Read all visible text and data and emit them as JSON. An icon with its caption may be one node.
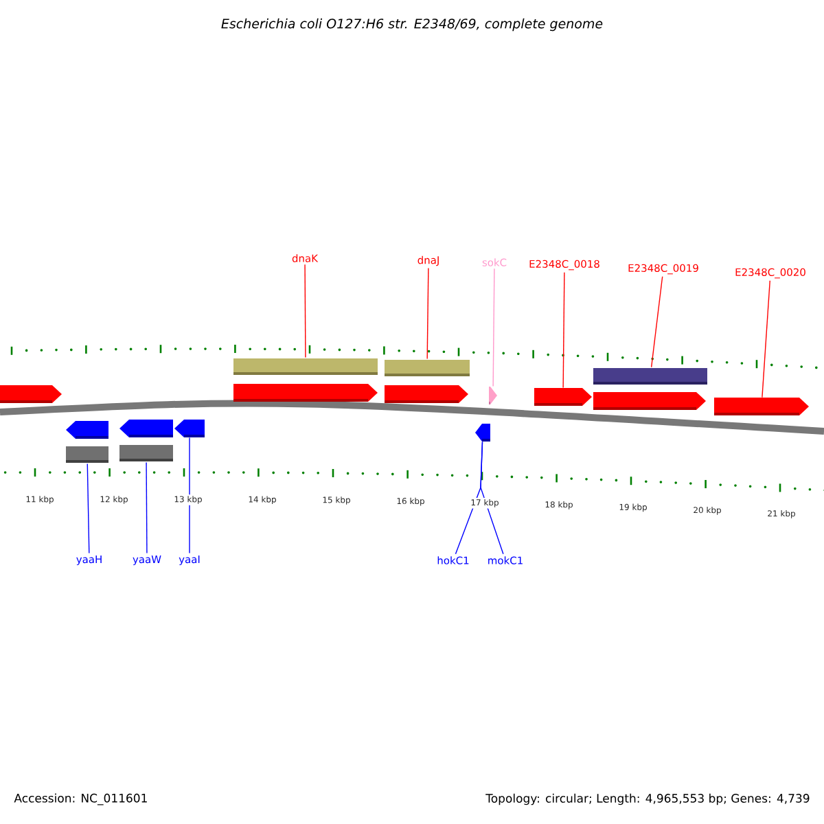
{
  "diagram": {
    "title": "Escherichia coli O127:H6 str. E2348/69, complete genome",
    "nodes": [
      {
        "text": [
          "dnaK"
        ]
      },
      {
        "text": [
          "dnaJ"
        ]
      },
      {
        "text": [
          "sokC"
        ]
      },
      {
        "text": [
          "E2348C_0018"
        ]
      },
      {
        "text": [
          "E2348C_0019"
        ]
      },
      {
        "text": [
          "E2348C_0020"
        ]
      },
      {
        "text": [
          "yaaH"
        ]
      },
      {
        "text": [
          "yaaW"
        ]
      },
      {
        "text": [
          "yaaI"
        ]
      },
      {
        "text": [
          "hokC1"
        ]
      },
      {
        "text": [
          "mokC1"
        ]
      },
      {
        "text": [],
        "shape": "bar"
      },
      {
        "text": [],
        "shape": "bar"
      },
      {
        "text": [],
        "shape": "bar"
      },
      {
        "text": [],
        "shape": "pentagon"
      },
      {
        "text": [],
        "shape": "pentagon"
      },
      {
        "text": [],
        "shape": "pentagon"
      },
      {
        "text": [],
        "shape": "pentagon"
      },
      {
        "text": [],
        "shape": "pentagon"
      },
      {
        "text": [],
        "shape": "pentagon"
      },
      {
        "text": [],
        "shape": "pentagon"
      },
      {
        "text": [],
        "shape": "pentagon"
      },
      {
        "text": [],
        "shape": "pentagon"
      },
      {
        "text": [],
        "shape": "pentagon"
      },
      {
        "text": [],
        "shape": "pentagon"
      },
      {
        "text": [],
        "shape": "bar"
      },
      {
        "text": [],
        "shape": "bar"
      }
    ],
    "edges": [
      {
        "from": 0,
        "to": 11,
        "arrow": "none"
      },
      {
        "from": 1,
        "to": 12,
        "arrow": "none"
      },
      {
        "from": 2,
        "to": 17,
        "arrow": "none",
        "color": "#ff99cc"
      },
      {
        "from": 3,
        "to": 18,
        "arrow": "none"
      },
      {
        "from": 4,
        "to": 13,
        "arrow": "none"
      },
      {
        "from": 5,
        "to": 20,
        "arrow": "none"
      },
      {
        "from": 6,
        "to": 25,
        "arrow": "none",
        "color": "#0000ff"
      },
      {
        "from": 7,
        "to": 26,
        "arrow": "none",
        "color": "#0000ff"
      },
      {
        "from": 8,
        "to": 23,
        "arrow": "none",
        "color": "#0000ff"
      },
      {
        "from": 9,
        "to": 24,
        "arrow": "none",
        "color": "#0000ff"
      },
      {
        "from": 10,
        "to": 24,
        "arrow": "none",
        "color": "#0000ff"
      }
    ],
    "labels": [
      "11 kbp",
      "12 kbp",
      "13 kbp",
      "14 kbp",
      "15 kbp",
      "16 kbp",
      "17 kbp",
      "18 kbp",
      "19 kbp",
      "20 kbp",
      "21 kbp",
      "Accession: NC_011601",
      "Topology: circular; Length: 4,965,553 bp; Genes: 4,739"
    ]
  }
}
